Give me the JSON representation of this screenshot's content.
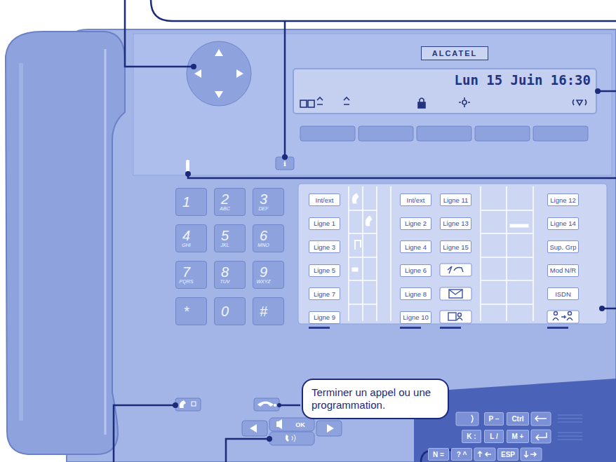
{
  "diagram": {
    "nodes": [
      {
        "text": [
          "Lun 15 Juin 16:30"
        ]
      },
      {
        "text": [
          "ALCATEL"
        ]
      },
      {
        "text": [
          "1"
        ]
      },
      {
        "text": [
          "2",
          "ABC"
        ]
      },
      {
        "text": [
          "3",
          "DEF"
        ]
      },
      {
        "text": [
          "4",
          "GHI"
        ]
      },
      {
        "text": [
          "5",
          "JKL"
        ]
      },
      {
        "text": [
          "6",
          "MNO"
        ]
      },
      {
        "text": [
          "7",
          "PQRS"
        ]
      },
      {
        "text": [
          "8",
          "TUV"
        ]
      },
      {
        "text": [
          "9",
          "WXYZ"
        ]
      },
      {
        "text": [
          "*"
        ]
      },
      {
        "text": [
          "0"
        ]
      },
      {
        "text": [
          "#"
        ]
      },
      {
        "text": [
          "Int/ext"
        ]
      },
      {
        "text": [
          "Ligne 1"
        ]
      },
      {
        "text": [
          "Ligne 3"
        ]
      },
      {
        "text": [
          "Ligne 5"
        ]
      },
      {
        "text": [
          "Ligne 7"
        ]
      },
      {
        "text": [
          "Ligne 9"
        ]
      },
      {
        "text": [
          "Int/ext"
        ]
      },
      {
        "text": [
          "Ligne 2"
        ]
      },
      {
        "text": [
          "Ligne 4"
        ]
      },
      {
        "text": [
          "Ligne 6"
        ]
      },
      {
        "text": [
          "Ligne 8"
        ]
      },
      {
        "text": [
          "Ligne 10"
        ]
      },
      {
        "text": [
          "Ligne 11"
        ]
      },
      {
        "text": [
          "Ligne 13"
        ]
      },
      {
        "text": [
          "Ligne 15"
        ]
      },
      {
        "text": [
          "Ligne 12"
        ]
      },
      {
        "text": [
          "Ligne 14"
        ]
      },
      {
        "text": [
          "Sup. Grp"
        ]
      },
      {
        "text": [
          "Mod N/R"
        ]
      },
      {
        "text": [
          "ISDN"
        ]
      },
      {
        "text": [
          "Terminer un appel ou une programmation."
        ]
      },
      {
        "text": [
          "P –"
        ]
      },
      {
        "text": [
          "Ctrl"
        ]
      },
      {
        "text": [
          "K :"
        ]
      },
      {
        "text": [
          "L /"
        ]
      },
      {
        "text": [
          "M +"
        ]
      },
      {
        "text": [
          "N ="
        ]
      },
      {
        "text": [
          "? ^"
        ]
      },
      {
        "text": [
          "ESP"
        ]
      }
    ],
    "labels": [
      "i",
      "OK"
    ]
  }
}
